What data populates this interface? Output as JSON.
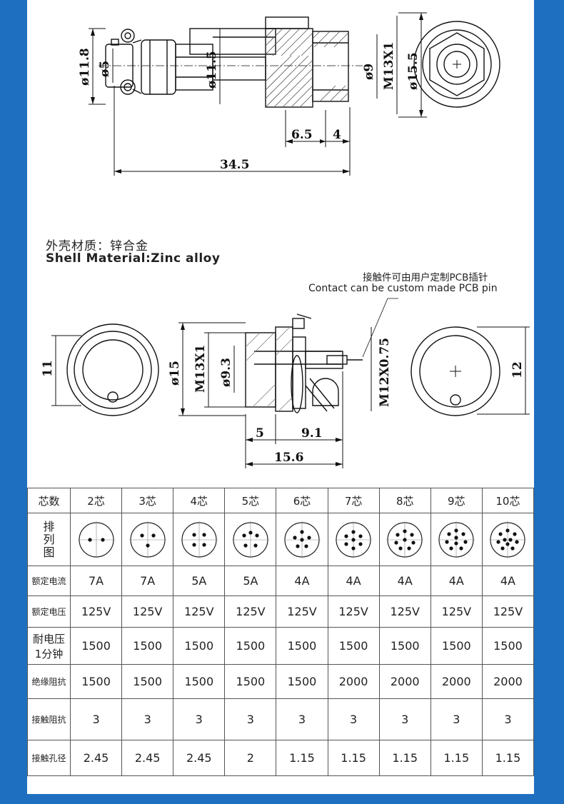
{
  "dimensions_top": {
    "d11_8": "ø11.8",
    "d5": "ø5",
    "d11_5": "ø11.5",
    "d9": "ø9",
    "m13x1": "M13X1",
    "d15_5": "ø15.5",
    "len6_5": "6.5",
    "len4": "4",
    "len34_5": "34.5"
  },
  "material": {
    "cn": "外壳材质：锌合金",
    "en": "Shell Material:Zinc alloy"
  },
  "contact_note": {
    "cn": "接触件可由用户定制PCB插针",
    "en": "Contact can be custom made PCB pin"
  },
  "dimensions_bottom": {
    "h11": "11",
    "d15": "ø15",
    "m13x1": "M13X1",
    "d9_3": "ø9.3",
    "m12": "M12X0.75",
    "h12": "12",
    "len5": "5",
    "len9_1": "9.1",
    "len15_6": "15.6"
  },
  "table": {
    "header_label": "芯数",
    "columns": [
      "2芯",
      "3芯",
      "4芯",
      "5芯",
      "6芯",
      "7芯",
      "8芯",
      "9芯",
      "10芯"
    ],
    "pin_row_label": [
      "排",
      "列",
      "图"
    ],
    "rows": [
      {
        "label": "额定电流",
        "values": [
          "7A",
          "7A",
          "5A",
          "5A",
          "4A",
          "4A",
          "4A",
          "4A",
          "4A"
        ]
      },
      {
        "label": "额定电压",
        "values": [
          "125V",
          "125V",
          "125V",
          "125V",
          "125V",
          "125V",
          "125V",
          "125V",
          "125V"
        ]
      },
      {
        "label_lines": [
          "耐电压",
          "1分钟"
        ],
        "values": [
          "1500",
          "1500",
          "1500",
          "1500",
          "1500",
          "1500",
          "1500",
          "1500",
          "1500"
        ]
      },
      {
        "label": "绝缘阻抗",
        "values": [
          "1500",
          "1500",
          "1500",
          "1500",
          "1500",
          "2000",
          "2000",
          "2000",
          "2000"
        ]
      },
      {
        "label": "接触阻抗",
        "values": [
          "3",
          "3",
          "3",
          "3",
          "3",
          "3",
          "3",
          "3",
          "3"
        ]
      },
      {
        "label": "接触孔径",
        "values": [
          "2.45",
          "2.45",
          "2.45",
          "2",
          "1.15",
          "1.15",
          "1.15",
          "1.15",
          "1.15"
        ]
      }
    ],
    "pin_counts": [
      2,
      3,
      4,
      5,
      6,
      7,
      8,
      9,
      10
    ]
  }
}
